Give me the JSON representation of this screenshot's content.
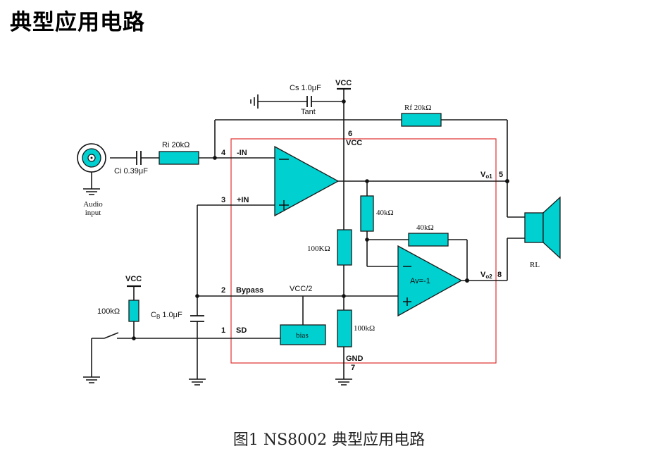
{
  "heading": "典型应用电路",
  "caption": "图1  NS8002 典型应用电路",
  "colors": {
    "component_fill": "#00d0d0",
    "chip_outline": "#e03030",
    "wire": "#1a1a1a"
  },
  "labels": {
    "vcc_top": "VCC",
    "cs": "Cs 1.0μF",
    "tant": "Tant",
    "rf": "Rf 20kΩ",
    "pin6_num": "6",
    "pin6_name": "VCC",
    "ri": "Ri 20kΩ",
    "ci": "Ci 0.39μF",
    "audio_input": "Audio\ninput",
    "pin4_num": "4",
    "pin4_name": "-IN",
    "pin3_num": "3",
    "pin3_name": "+IN",
    "pin5_name": "Vo1",
    "pin5_num": "5",
    "r40k_a": "40kΩ",
    "r40k_b": "40kΩ",
    "r100k_mid": "100KΩ",
    "av": "Av=-1",
    "pin8_name": "Vo2",
    "pin8_num": "8",
    "rl": "RL",
    "vcc_left": "VCC",
    "r100k_left": "100kΩ",
    "cb": "CB 1.0μF",
    "pin2_num": "2",
    "pin2_name": "Bypass",
    "vcc_half": "VCC/2",
    "pin1_num": "1",
    "pin1_name": "SD",
    "bias": "bias",
    "r100k_low": "100kΩ",
    "pin7_name": "GND",
    "pin7_num": "7"
  }
}
